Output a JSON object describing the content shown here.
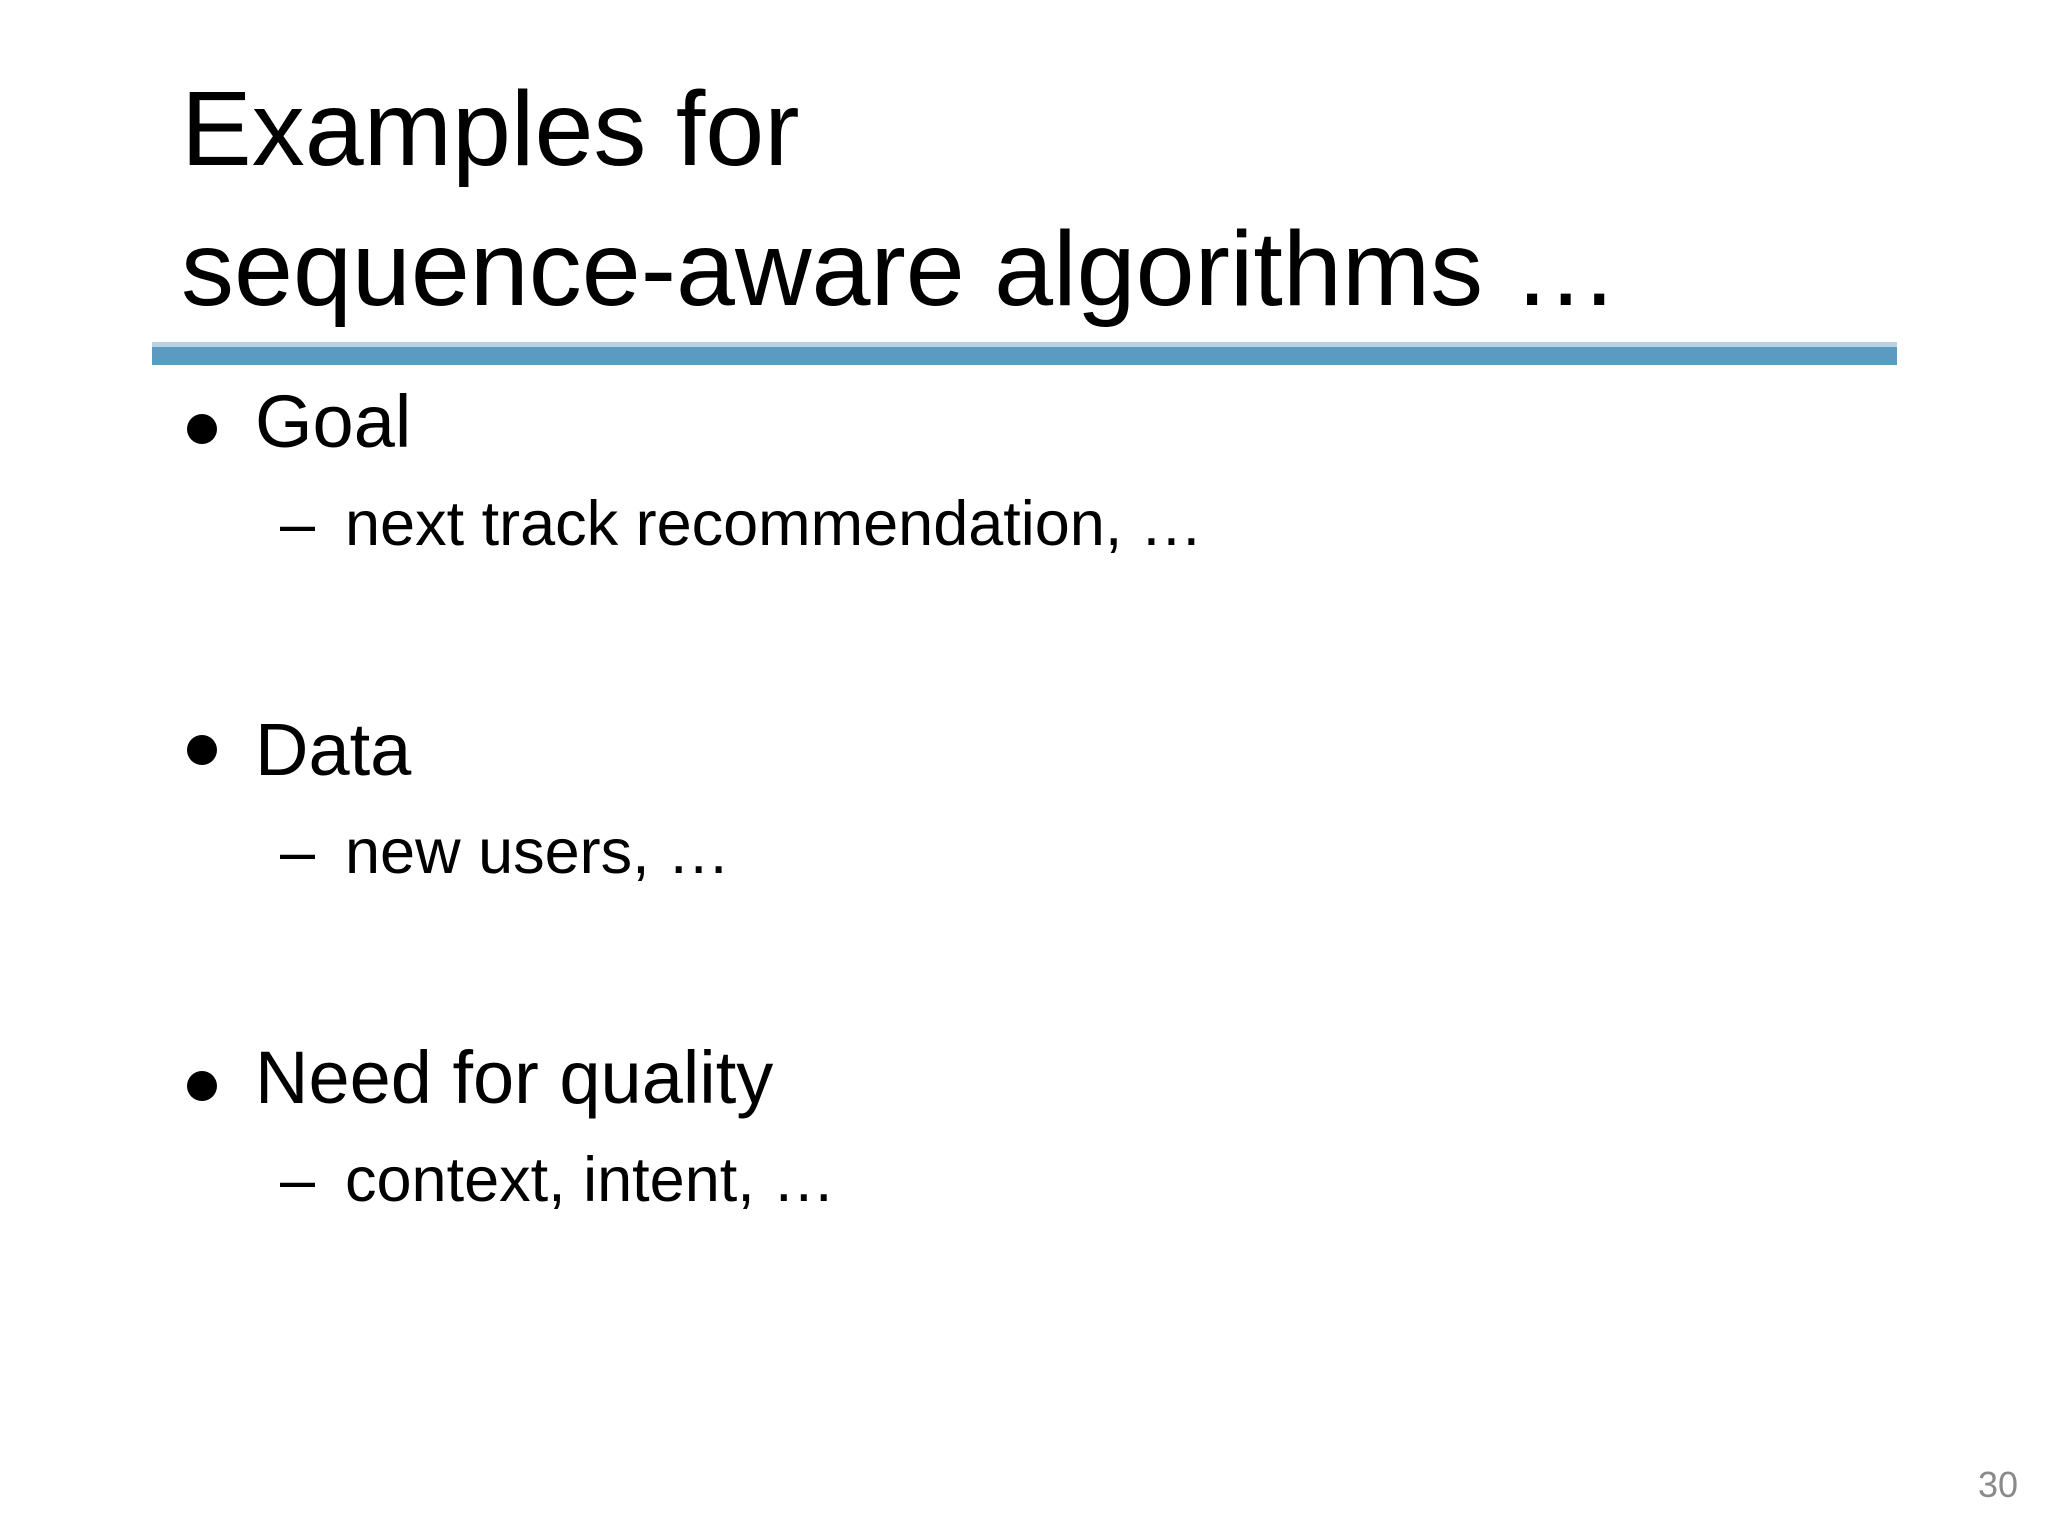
{
  "slide": {
    "title_lines": [
      "Examples for",
      "sequence-aware algorithms …"
    ],
    "bullets": [
      {
        "label": "Goal",
        "sub": "next track recommendation, …"
      },
      {
        "label": "Data",
        "sub": "new users, …"
      },
      {
        "label": "Need for quality",
        "sub": "context, intent, …"
      }
    ],
    "markers": {
      "bullet": "•",
      "dash": "–"
    },
    "accent_color": "#5b9ac1",
    "page_number": "30"
  }
}
